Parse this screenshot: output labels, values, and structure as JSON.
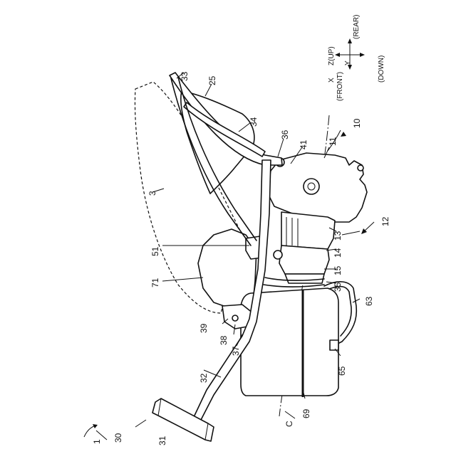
{
  "axes": {
    "z": "Z(UP)",
    "x": "X",
    "y": "Y",
    "rear": "(REAR)",
    "front": "(FRONT)",
    "down": "(DOWN)"
  },
  "labels": {
    "l1": "1",
    "l3": "3",
    "l10": "10",
    "l11": "11",
    "l12": "12",
    "l13": "13",
    "l14": "14",
    "l15": "15",
    "l25": "25",
    "l30": "30",
    "l31": "31",
    "l32": "32",
    "l33": "33",
    "l34": "34",
    "l35": "35",
    "l36": "36",
    "l37": "37",
    "l38": "38",
    "l39": "39",
    "l41": "41",
    "l51": "51",
    "l63": "63",
    "l65": "65",
    "l69": "69",
    "l71": "71",
    "lC": "C"
  }
}
